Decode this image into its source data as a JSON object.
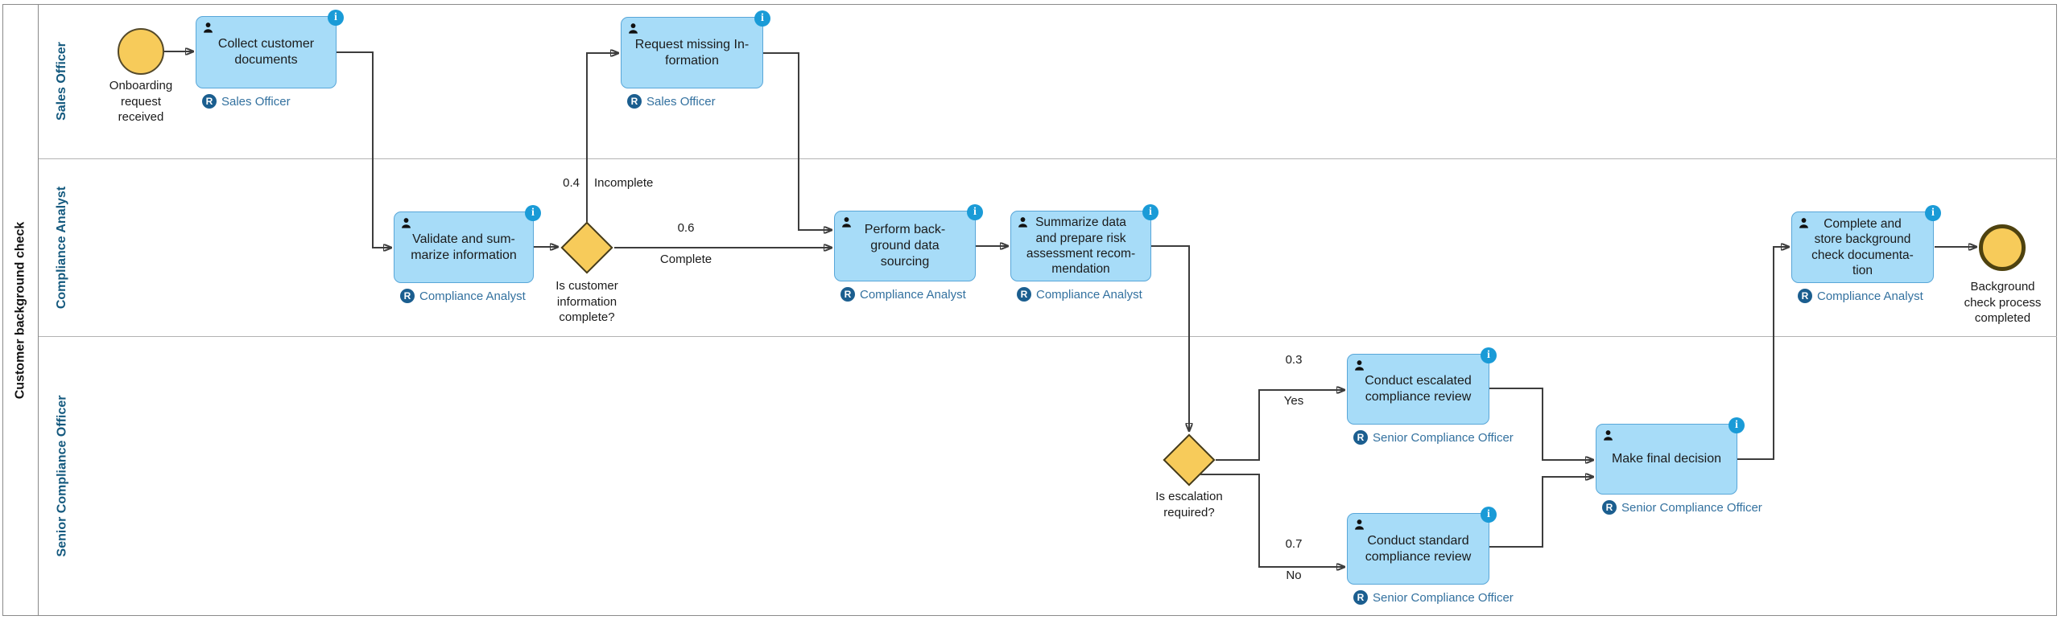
{
  "pool": {
    "label": "Customer background check"
  },
  "lanes": [
    {
      "id": "sales-officer",
      "label": "Sales Officer"
    },
    {
      "id": "compliance-analyst",
      "label": "Compliance Analyst"
    },
    {
      "id": "senior-compliance-officer",
      "label": "Senior Compliance Officer"
    }
  ],
  "events": {
    "start": {
      "label": "Onboarding\nrequest\nreceived"
    },
    "end": {
      "label": "Background\ncheck process\ncompleted"
    }
  },
  "gateways": {
    "info_complete": {
      "label": "Is customer\ninformation\ncomplete?"
    },
    "escalation": {
      "label": "Is escalation\nrequired?"
    }
  },
  "tasks": {
    "collect": {
      "label": "Collect customer\ndocuments",
      "role": "Sales Officer"
    },
    "request": {
      "label": "Request missing In-\nformation",
      "role": "Sales Officer"
    },
    "validate": {
      "label": "Validate and sum-\nmarize information",
      "role": "Compliance Analyst"
    },
    "perform": {
      "label": "Perform back-\nground data\nsourcing",
      "role": "Compliance Analyst"
    },
    "summarize": {
      "label": "Summarize data\nand prepare risk\nassessment recom-\nmendation",
      "role": "Compliance Analyst"
    },
    "escalated": {
      "label": "Conduct escalated\ncompliance review",
      "role": "Senior Compliance Officer"
    },
    "standard": {
      "label": "Conduct standard\ncompliance review",
      "role": "Senior Compliance Officer"
    },
    "final": {
      "label": "Make final decision",
      "role": "Senior Compliance Officer"
    },
    "store": {
      "label": "Complete and\nstore background\ncheck documenta-\ntion",
      "role": "Compliance Analyst"
    }
  },
  "edge_labels": {
    "incomplete_probability": "0.4",
    "incomplete": "Incomplete",
    "complete_probability": "0.6",
    "complete": "Complete",
    "yes_probability": "0.3",
    "yes": "Yes",
    "no_probability": "0.7",
    "no": "No"
  },
  "badges": {
    "role_letter": "R",
    "info_letter": "i"
  },
  "colors": {
    "task_fill": "#A7DCF8",
    "task_border": "#58A6D8",
    "event_fill": "#F7CB5A",
    "start_border": "#54492A",
    "end_border": "#4E420F",
    "gateway_border": "#433B1E",
    "info_badge": "#1A9BD7",
    "role_badge": "#1B5E8F",
    "role_text": "#33719F",
    "lane_label": "#14597E",
    "connector": "#3D3D3D"
  }
}
